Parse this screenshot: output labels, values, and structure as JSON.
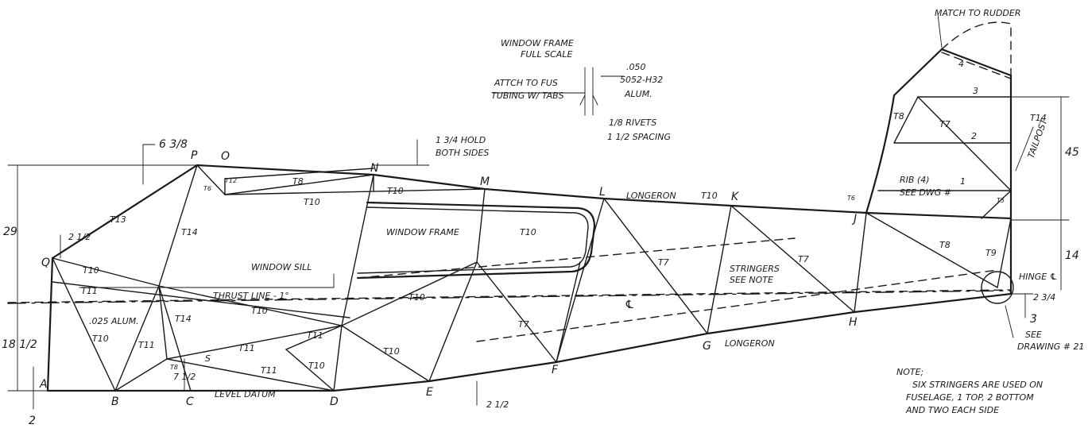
{
  "nodes": {
    "A": "A",
    "B": "B",
    "C": "C",
    "D": "D",
    "E": "E",
    "F": "F",
    "G": "G",
    "H": "H",
    "J": "J",
    "K": "K",
    "L": "L",
    "M": "M",
    "N": "N",
    "O": "O",
    "P": "P",
    "Q": "Q",
    "S": "S"
  },
  "members": {
    "t13": "T13",
    "t14": "T14",
    "t14b": "T14",
    "t14c": "T14",
    "t10": "T10",
    "t11": "T11",
    "t8": "T8",
    "t7": "T7",
    "t9": "T9",
    "t6": "T6",
    "t5": "T5",
    "t12": "T12"
  },
  "tail": {
    "match_rudder": "MATCH TO RUDDER",
    "rib1": "1",
    "rib2": "2",
    "rib3": "3",
    "rib4": "4",
    "rib_note_1": "RIB (4)",
    "rib_note_2": "SEE DWG #",
    "tailpost": "TAILPOST",
    "hinge": "HINGE ℄",
    "see_1": "SEE",
    "see_2": "DRAWING # 21"
  },
  "window_frame": {
    "title_1": "WINDOW FRAME",
    "title_2": "FULL SCALE",
    "attach_1": "ATTCH TO FUS",
    "attach_2": "TUBING W/ TABS",
    "gauge": ".050",
    "alloy": "5052-H32",
    "material": "ALUM.",
    "rivets": "1/8 RIVETS",
    "spacing": "1 1/2 SPACING",
    "label": "WINDOW FRAME"
  },
  "annotations": {
    "hold_1": "1 3/4 HOLD",
    "hold_2": "BOTH SIDES",
    "longeron_top": "LONGERON",
    "longeron_bottom": "LONGERON",
    "window_sill": "WINDOW SILL",
    "thrust_line": "THRUST LINE - 1°",
    "stringers_1": "STRINGERS",
    "stringers_2": "SEE NOTE",
    "alum_sheet": ".025 ALUM.",
    "level_datum": "LEVEL DATUM",
    "centerline": "℄"
  },
  "dimensions": {
    "d_6_3_8": "6 3/8",
    "d_29": "29",
    "d_2_1_2_top": "2 1/2",
    "d_18_1_2": "18 1/2",
    "d_2": "2",
    "d_7_1_2": "7 1/2",
    "d_2_1_2_bottom": "2 1/2",
    "d_45": "45",
    "d_14": "14",
    "d_2_3_4": "2 3/4",
    "d_3": "3"
  },
  "note": {
    "title": "NOTE;",
    "line1": "SIX STRINGERS ARE USED ON",
    "line2": "FUSELAGE, 1 TOP, 2 BOTTOM",
    "line3": "AND TWO EACH SIDE"
  }
}
